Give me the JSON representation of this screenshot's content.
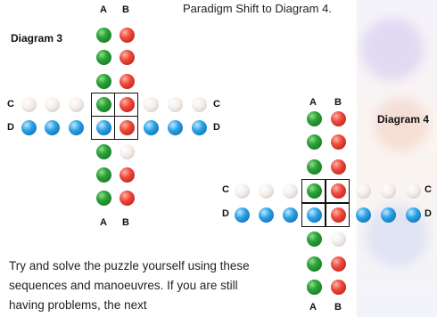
{
  "heading": "Paradigm Shift to Diagram 4.",
  "diagram3": {
    "title": "Diagram 3",
    "labels": {
      "a": "A",
      "b": "B",
      "c": "C",
      "d": "D"
    },
    "colors": {
      "a_col": [
        "green",
        "green",
        "green",
        "green",
        "blue",
        "green",
        "green",
        "green"
      ],
      "b_col": [
        "red",
        "red",
        "red",
        "red",
        "red",
        "white",
        "red",
        "red"
      ],
      "c_row": [
        "white",
        "white",
        "white",
        "green",
        "red",
        "white",
        "white",
        "white"
      ],
      "d_row": [
        "blue",
        "blue",
        "blue",
        "blue",
        "red",
        "blue",
        "blue",
        "blue"
      ]
    }
  },
  "diagram4": {
    "title": "Diagram 4",
    "labels": {
      "a": "A",
      "b": "B",
      "c": "C",
      "d": "D"
    },
    "colors": {
      "a_col": [
        "green",
        "green",
        "green",
        "green",
        "blue",
        "green",
        "green",
        "green",
        "green"
      ],
      "b_col": [
        "red",
        "red",
        "red",
        "red",
        "red",
        "white",
        "red",
        "red",
        "red"
      ],
      "c_row": [
        "white",
        "white",
        "white",
        "blue",
        "red",
        "white",
        "white",
        "white"
      ],
      "d_row": [
        "blue",
        "blue",
        "blue",
        "green",
        "white",
        "blue",
        "blue",
        "blue"
      ]
    }
  },
  "paragraph": "Try and solve the puzzle yourself using these sequences and manoeuvres. If you are still having problems, the next"
}
